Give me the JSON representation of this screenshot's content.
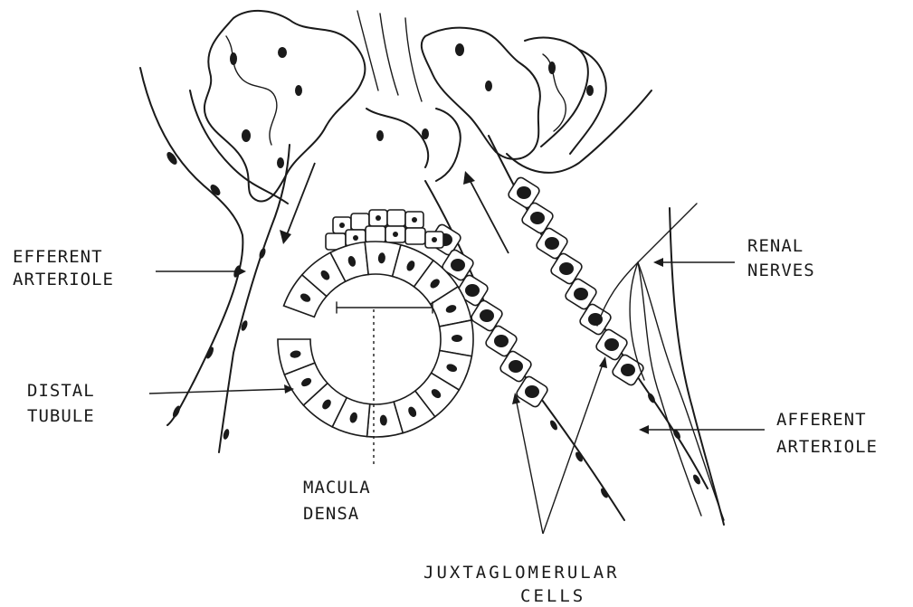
{
  "labels": {
    "efferent_line1": "EFFERENT",
    "efferent_line2": "ARTERIOLE",
    "distal_line1": "DISTAL",
    "distal_line2": "TUBULE",
    "macula_line1": "MACULA",
    "macula_line2": "DENSA",
    "jg_line1": "JUXTAGLOMERULAR",
    "jg_line2": "CELLS",
    "renal_line1": "RENAL",
    "renal_line2": "NERVES",
    "afferent_line1": "AFFERENT",
    "afferent_line2": "ARTERIOLE"
  },
  "colors": {
    "ink": "#1a1a1a",
    "background": "#ffffff"
  }
}
